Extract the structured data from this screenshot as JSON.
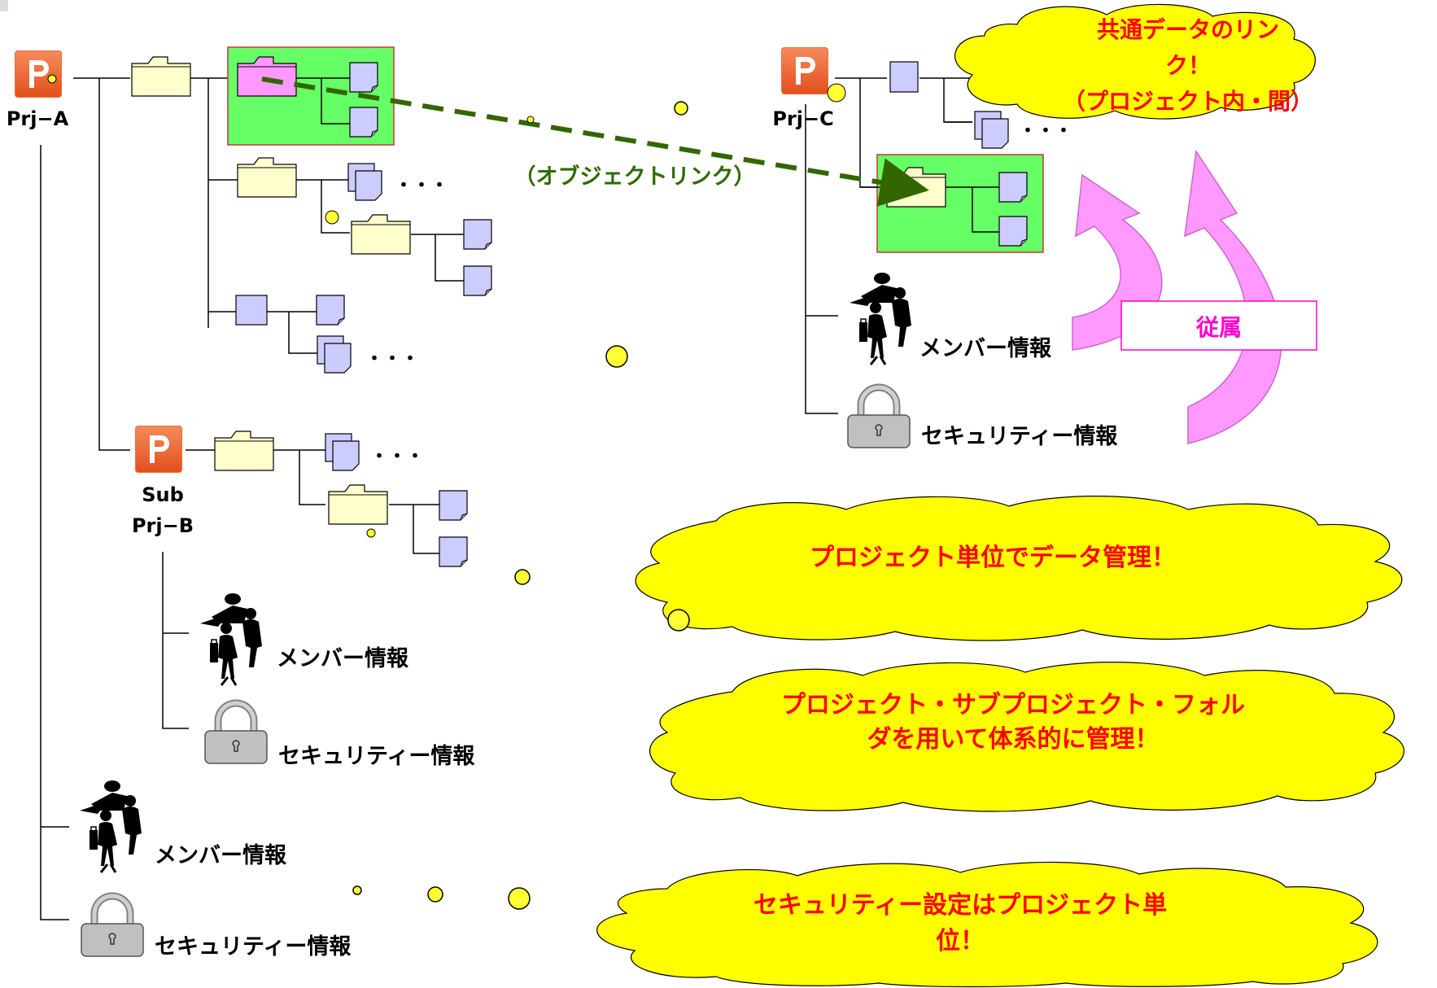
{
  "projects": {
    "a": {
      "name": "Prj−A"
    },
    "b": {
      "line1": "Sub",
      "line2": "Prj−B"
    },
    "c": {
      "name": "Prj−C"
    }
  },
  "info": {
    "member": "メンバー情報",
    "security": "セキュリティー情報"
  },
  "ellipsis": "・・・",
  "link_label": "（オブジェクトリンク）",
  "subordinate_label": "従属",
  "callouts": {
    "common_link": {
      "line1": "共通データのリン",
      "line2": "ク！",
      "line3": "（プロジェクト内・間）"
    },
    "project_unit": {
      "line1": "プロジェクト単位でデータ管理！"
    },
    "hierarchy": {
      "line1": "プロジェクト・サブプロジェクト・フォル",
      "line2": "ダを用いて体系的に管理！"
    },
    "security_unit": {
      "line1": "セキュリティー設定はプロジェクト単",
      "line2": "位！"
    }
  },
  "icons": {
    "project": "project-icon",
    "folder": "folder-icon",
    "document": "document-icon",
    "stacked_documents": "stacked-documents-icon",
    "members": "people-silhouette-icon",
    "security": "padlock-icon"
  },
  "colors": {
    "project_icon": "#f26d3d",
    "folder": "#ffffcc",
    "shared_folder_highlight": "#66ff66",
    "source_folder": "#ff99ff",
    "document": "#ccccff",
    "link_arrow": "#336600",
    "subordinate_arrow": "#ff99ff",
    "callout_fill": "#ffff00",
    "callout_text": "#ff0000",
    "padlock": "#c0c0c0"
  }
}
